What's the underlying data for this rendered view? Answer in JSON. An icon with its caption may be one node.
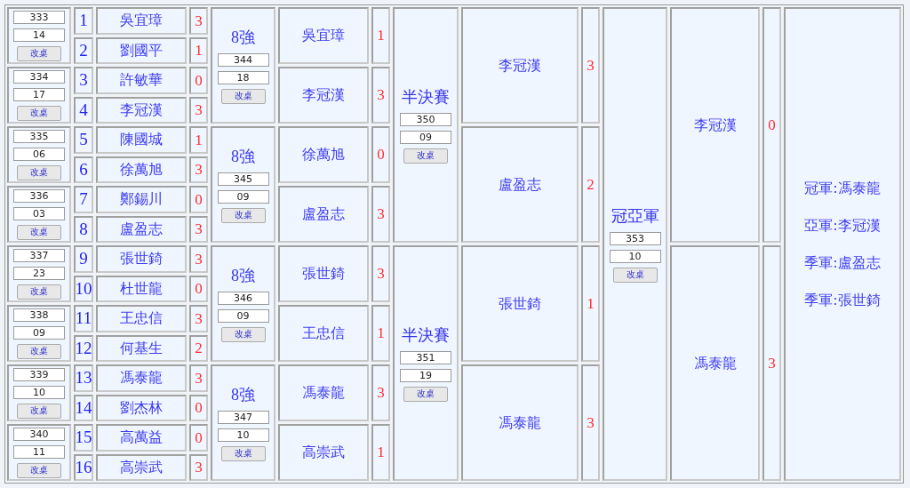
{
  "diagram": {
    "nodes": [
      {
        "text": [
          "333",
          "14",
          "改桌"
        ]
      },
      {
        "text": [
          "334",
          "17",
          "改桌"
        ]
      },
      {
        "text": [
          "335",
          "06",
          "改桌"
        ]
      },
      {
        "text": [
          "336",
          "03",
          "改桌"
        ]
      },
      {
        "text": [
          "337",
          "23",
          "改桌"
        ]
      },
      {
        "text": [
          "338",
          "09",
          "改桌"
        ]
      },
      {
        "text": [
          "339",
          "10",
          "改桌"
        ]
      },
      {
        "text": [
          "340",
          "11",
          "改桌"
        ]
      },
      {
        "text": [
          "1"
        ]
      },
      {
        "text": [
          "2"
        ]
      },
      {
        "text": [
          "3"
        ]
      },
      {
        "text": [
          "4"
        ]
      },
      {
        "text": [
          "5"
        ]
      },
      {
        "text": [
          "6"
        ]
      },
      {
        "text": [
          "7"
        ]
      },
      {
        "text": [
          "8"
        ]
      },
      {
        "text": [
          "9"
        ]
      },
      {
        "text": [
          "10"
        ]
      },
      {
        "text": [
          "11"
        ]
      },
      {
        "text": [
          "12"
        ]
      },
      {
        "text": [
          "13"
        ]
      },
      {
        "text": [
          "14"
        ]
      },
      {
        "text": [
          "15"
        ]
      },
      {
        "text": [
          "16"
        ]
      },
      {
        "text": [
          "吳宜璋"
        ]
      },
      {
        "text": [
          "劉國平"
        ]
      },
      {
        "text": [
          "許敏華"
        ]
      },
      {
        "text": [
          "李冠漢"
        ]
      },
      {
        "text": [
          "陳國城"
        ]
      },
      {
        "text": [
          "徐萬旭"
        ]
      },
      {
        "text": [
          "鄭錫川"
        ]
      },
      {
        "text": [
          "盧盈志"
        ]
      },
      {
        "text": [
          "張世錡"
        ]
      },
      {
        "text": [
          "杜世龍"
        ]
      },
      {
        "text": [
          "王忠信"
        ]
      },
      {
        "text": [
          "何基生"
        ]
      },
      {
        "text": [
          "馮泰龍"
        ]
      },
      {
        "text": [
          "劉杰林"
        ]
      },
      {
        "text": [
          "高萬益"
        ]
      },
      {
        "text": [
          "高崇武"
        ]
      },
      {
        "text": [
          "3"
        ]
      },
      {
        "text": [
          "1"
        ]
      },
      {
        "text": [
          "0"
        ]
      },
      {
        "text": [
          "3"
        ]
      },
      {
        "text": [
          "1"
        ]
      },
      {
        "text": [
          "3"
        ]
      },
      {
        "text": [
          "0"
        ]
      },
      {
        "text": [
          "3"
        ]
      },
      {
        "text": [
          "3"
        ]
      },
      {
        "text": [
          "0"
        ]
      },
      {
        "text": [
          "3"
        ]
      },
      {
        "text": [
          "2"
        ]
      },
      {
        "text": [
          "3"
        ]
      },
      {
        "text": [
          "0"
        ]
      },
      {
        "text": [
          "0"
        ]
      },
      {
        "text": [
          "3"
        ]
      },
      {
        "text": [
          "8強",
          "344",
          "18",
          "改桌"
        ]
      },
      {
        "text": [
          "8強",
          "345",
          "09",
          "改桌"
        ]
      },
      {
        "text": [
          "8強",
          "346",
          "09",
          "改桌"
        ]
      },
      {
        "text": [
          "8強",
          "347",
          "10",
          "改桌"
        ]
      },
      {
        "text": [
          "吳宜璋"
        ]
      },
      {
        "text": [
          "李冠漢"
        ]
      },
      {
        "text": [
          "徐萬旭"
        ]
      },
      {
        "text": [
          "盧盈志"
        ]
      },
      {
        "text": [
          "張世錡"
        ]
      },
      {
        "text": [
          "王忠信"
        ]
      },
      {
        "text": [
          "馮泰龍"
        ]
      },
      {
        "text": [
          "高崇武"
        ]
      },
      {
        "text": [
          "1"
        ]
      },
      {
        "text": [
          "3"
        ]
      },
      {
        "text": [
          "0"
        ]
      },
      {
        "text": [
          "3"
        ]
      },
      {
        "text": [
          "3"
        ]
      },
      {
        "text": [
          "1"
        ]
      },
      {
        "text": [
          "3"
        ]
      },
      {
        "text": [
          "1"
        ]
      },
      {
        "text": [
          "半決賽",
          "350",
          "09",
          "改桌"
        ]
      },
      {
        "text": [
          "半決賽",
          "351",
          "19",
          "改桌"
        ]
      },
      {
        "text": [
          "李冠漢"
        ]
      },
      {
        "text": [
          "盧盈志"
        ]
      },
      {
        "text": [
          "張世錡"
        ]
      },
      {
        "text": [
          "馮泰龍"
        ]
      },
      {
        "text": [
          "3"
        ]
      },
      {
        "text": [
          "2"
        ]
      },
      {
        "text": [
          "1"
        ]
      },
      {
        "text": [
          "3"
        ]
      },
      {
        "text": [
          "冠亞軍",
          "353",
          "10",
          "改桌"
        ]
      },
      {
        "text": [
          "李冠漢"
        ]
      },
      {
        "text": [
          "馮泰龍"
        ]
      },
      {
        "text": [
          "0"
        ]
      },
      {
        "text": [
          "3"
        ]
      },
      {
        "text": [
          "冠軍:馮泰龍",
          "亞軍:李冠漢",
          "季軍:盧盈志",
          "季軍:張世錡"
        ]
      }
    ]
  }
}
